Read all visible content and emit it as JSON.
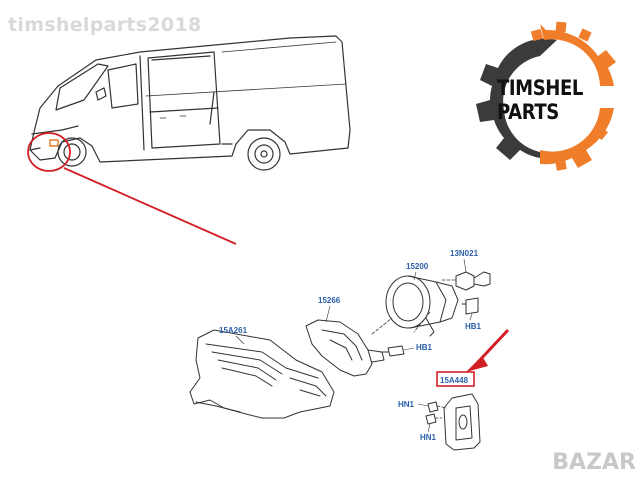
{
  "watermark_text": "timshelparts2018",
  "brand": {
    "name": "TIMSHEL PARTS",
    "gear_color": "#3b3b3b",
    "accent_color": "#f07d2a"
  },
  "corner_logo": "BAZAR",
  "callouts": {
    "p15A261": "15A261",
    "p15266": "15266",
    "p15200": "15200",
    "p13N021": "13N021",
    "pHB1_top": "HB1",
    "pHB1_mid": "HB1",
    "p15A448": "15A448",
    "pHN1_a": "HN1",
    "pHN1_b": "HN1"
  },
  "highlighted_part": "15A448",
  "colors": {
    "pointer": "#d21f26",
    "label": "#2a5fa8",
    "line_art": "#333333"
  }
}
